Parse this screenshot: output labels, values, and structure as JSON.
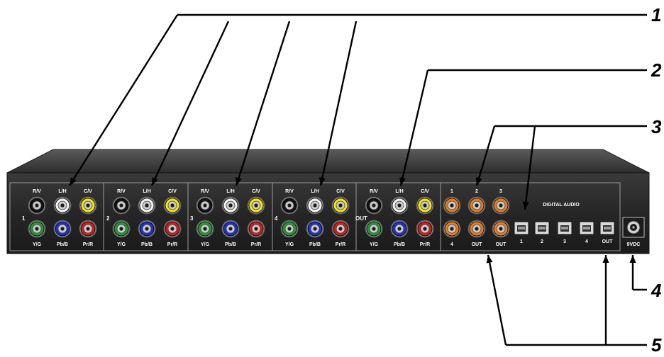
{
  "callouts": [
    "1",
    "2",
    "3",
    "4",
    "5"
  ],
  "inputs": [
    {
      "number": "1",
      "top": [
        "R/V",
        "L/H",
        "C/V"
      ],
      "bottom": [
        "Y/G",
        "Pb/B",
        "Pr/R"
      ]
    },
    {
      "number": "2",
      "top": [
        "R/V",
        "L/H",
        "C/V"
      ],
      "bottom": [
        "Y/G",
        "Pb/B",
        "Pr/R"
      ]
    },
    {
      "number": "3",
      "top": [
        "R/V",
        "L/H",
        "C/V"
      ],
      "bottom": [
        "Y/G",
        "Pb/B",
        "Pr/R"
      ]
    },
    {
      "number": "4",
      "top": [
        "R/V",
        "L/H",
        "C/V"
      ],
      "bottom": [
        "Y/G",
        "Pb/B",
        "Pr/R"
      ]
    }
  ],
  "output": {
    "label": "OUT",
    "top": [
      "R/V",
      "L/H",
      "C/V"
    ],
    "bottom": [
      "Y/G",
      "Pb/B",
      "Pr/R"
    ]
  },
  "coax": {
    "top": [
      "1",
      "2",
      "3"
    ],
    "bottom": [
      "4",
      "OUT",
      "OUT"
    ]
  },
  "digital_audio": {
    "title": "DIGITAL AUDIO",
    "labels": [
      "1",
      "2",
      "3",
      "4",
      "OUT"
    ]
  },
  "power": {
    "label": "9VDC"
  },
  "colors": {
    "chassis_face": "#2b2b2b",
    "chassis_top": "#3d3d3d",
    "jack_black": "#111111",
    "jack_white": "#f2f2f2",
    "jack_yellow": "#f5e600",
    "jack_green": "#1f9a2e",
    "jack_blue": "#1d2fd0",
    "jack_red": "#d11a1a",
    "jack_orange": "#f07a12",
    "label_text": "#ffffff",
    "leader": "#000000"
  }
}
